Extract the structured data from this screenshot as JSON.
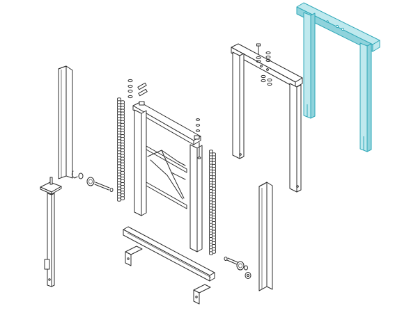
{
  "diagram": {
    "highlight_color": "#bfe9ee",
    "highlight_stroke": "#2fa8b8",
    "line_color": "#2b2b2b",
    "highlighted_part": "top-crossbeam-frame",
    "parts": [
      "left-vertical-post",
      "left-base-stand",
      "left-sprocket-assembly",
      "left-roller-chain",
      "central-a-frame",
      "right-roller-chain",
      "top-crossbeam-frame-gray",
      "top-crossbeam-frame-highlighted",
      "right-vertical-post",
      "bottom-channel-beam",
      "bottom-left-bracket",
      "bottom-right-bracket",
      "right-sprocket-assembly",
      "fastener-stacks"
    ]
  }
}
